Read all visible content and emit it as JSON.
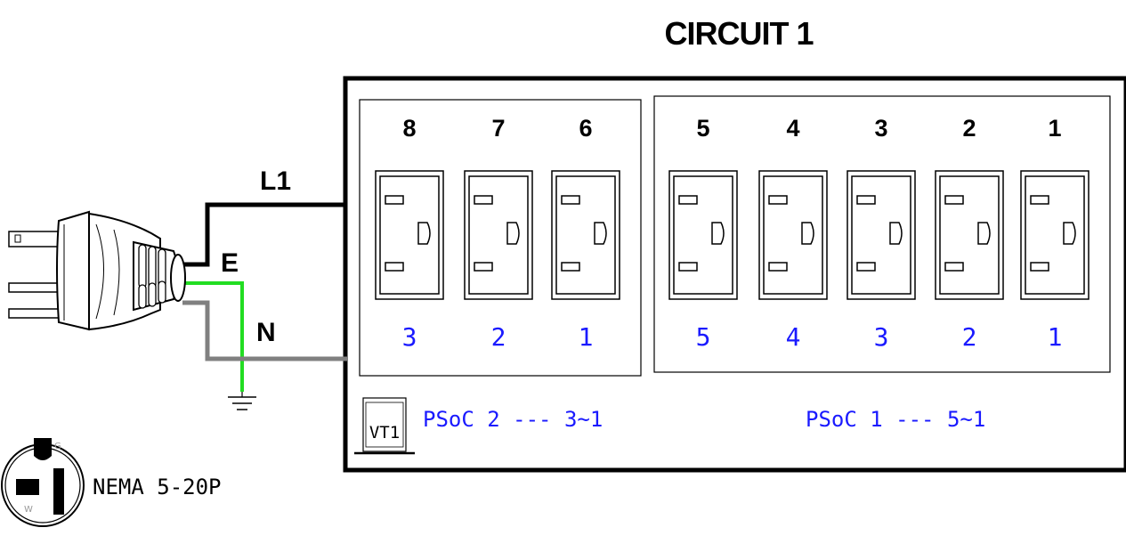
{
  "title": "CIRCUIT 1",
  "wires": {
    "line_label": "L1",
    "earth_label": "E",
    "neutral_label": "N"
  },
  "plug": {
    "type_label": "NEMA 5-20P",
    "ground_pin_label": "G",
    "neutral_pin_label": "W"
  },
  "vt_label": "VT1",
  "groups": [
    {
      "psoc_label": "PSoC 2 --- 3~1",
      "outlets": [
        {
          "outlet": "8",
          "psoc": "3"
        },
        {
          "outlet": "7",
          "psoc": "2"
        },
        {
          "outlet": "6",
          "psoc": "1"
        }
      ]
    },
    {
      "psoc_label": "PSoC 1 --- 5~1",
      "outlets": [
        {
          "outlet": "5",
          "psoc": "5"
        },
        {
          "outlet": "4",
          "psoc": "4"
        },
        {
          "outlet": "3",
          "psoc": "3"
        },
        {
          "outlet": "2",
          "psoc": "2"
        },
        {
          "outlet": "1",
          "psoc": "1"
        }
      ]
    }
  ],
  "colors": {
    "line": "#000000",
    "earth": "#22dd22",
    "neutral": "#808080",
    "psoc_text": "#1a1aff"
  }
}
